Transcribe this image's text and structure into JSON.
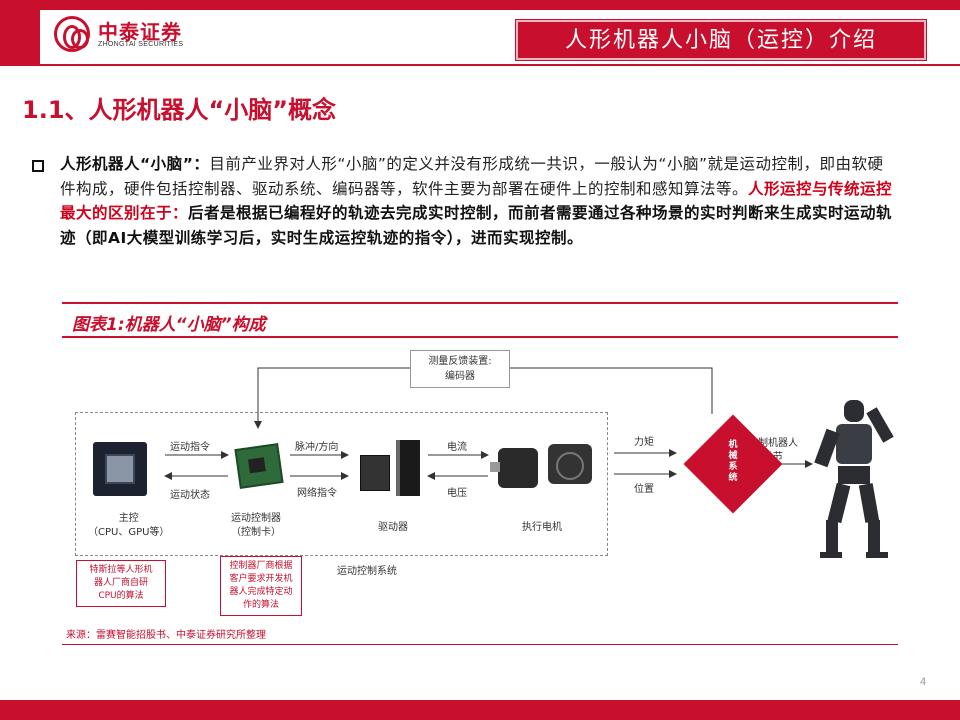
{
  "header": {
    "logo_cn": "中泰证券",
    "logo_en": "ZHONGTAI SECURITIES",
    "slide_title": "人形机器人小脑（运控）介绍"
  },
  "section": {
    "title": "1.1、人形机器人“小脑”概念"
  },
  "paragraph": {
    "lead": "人形机器人“小脑”：",
    "body1": "目前产业界对人形“小脑”的定义并没有形成统一共识，一般认为“小脑”就是运动控制，即由软硬件构成，硬件包括控制器、驱动系统、编码器等，软件主要为部署在硬件上的控制和感知算法等。",
    "highlight": "人形运控与传统运控最大的区别在于：",
    "body2": "后者是根据已编程好的轨迹去完成实时控制，而前者需要通过各种场景的实时判断来生成实时运动轨迹（即AI大模型训练学习后，实时生成运控轨迹的指令），进而实现控制。"
  },
  "figure": {
    "title": "图表1:机器人“小脑”构成",
    "source": "来源：雷赛智能招股书、中泰证券研究所整理",
    "feedback_box": [
      "测量反馈装置:",
      "编码器"
    ],
    "labels": {
      "motion_cmd": "运动指令",
      "motion_state": "运动状态",
      "pulse_dir": "脉冲/方向",
      "network_cmd": "网络指令",
      "current": "电流",
      "voltage": "电压",
      "torque": "力矩",
      "position": "位置",
      "control_joint": [
        "控制机器人",
        "关节"
      ]
    },
    "components": {
      "host": [
        "主控",
        "（CPU、GPU等）"
      ],
      "controller": [
        "运动控制器",
        "（控制卡）"
      ],
      "driver": "驱动器",
      "motor": "执行电机",
      "system": "运动控制系统"
    },
    "mechanical": "机械系统",
    "notes": {
      "tesla": [
        "特斯拉等人形机",
        "器人厂商自研",
        "CPU的算法"
      ],
      "maker": [
        "控制器厂商根据",
        "客户要求开发机",
        "器人完成特定动",
        "作的算法"
      ]
    }
  },
  "page_number": "4",
  "colors": {
    "brand_red": "#c8102e"
  }
}
